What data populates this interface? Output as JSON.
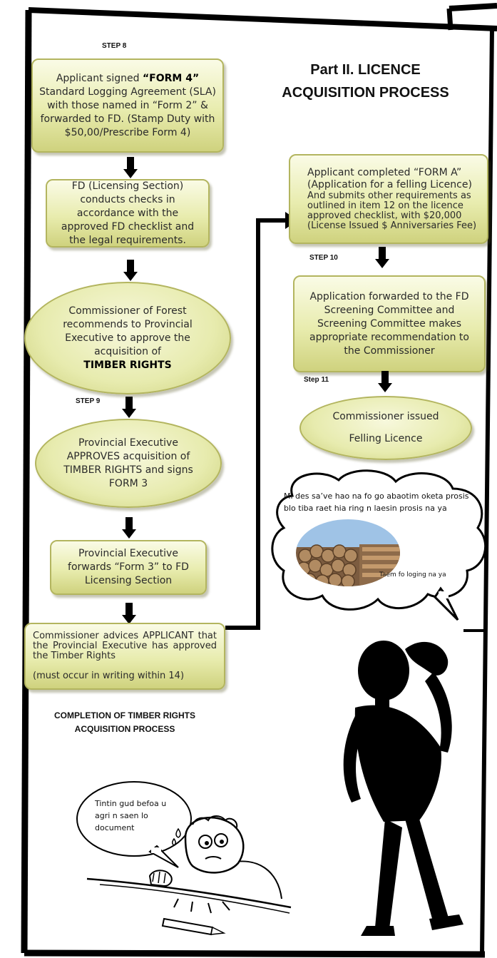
{
  "title": [
    "Part II. LICENCE",
    "ACQUISITION PROCESS"
  ],
  "steps": {
    "step8": "STEP 8",
    "step9": "STEP 9",
    "step10": "STEP 10",
    "step11": "Step 11"
  },
  "left": {
    "box1": {
      "pre": "Applicant signed ",
      "bold": "“FORM 4”",
      "rest": "Standard Logging Agreement (SLA) with those named in “Form 2” & forwarded to FD. (Stamp Duty with $50,00/Prescribe Form 4)"
    },
    "box2": "FD (Licensing Section) conducts checks in accordance with the approved FD checklist and the legal requirements.",
    "oval1": {
      "text": "Commissioner of Forest recommends to Provincial Executive to approve the acquisition of ",
      "bold": "TIMBER RIGHTS"
    },
    "oval2": "Provincial Executive APPROVES acquisition of TIMBER RIGHTS and signs FORM 3",
    "box3": "Provincial Executive forwards “Form 3” to FD Licensing Section",
    "box4": {
      "text": "Commissioner advices APPLICANT that the Provincial Executive has approved the Timber Rights",
      "note": "(must occur in writing within 14)"
    },
    "completion": [
      "COMPLETION OF TIMBER RIGHTS",
      "ACQUISITION PROCESS"
    ]
  },
  "right": {
    "box1": {
      "line1": "Applicant completed “FORM A”",
      "line2": "(Application for a felling Licence)",
      "line3": "And submits other requirements as outlined in item 12 on the licence approved checklist, with $20,000 (License Issued $ Anniversaries Fee)"
    },
    "box2": "Application forwarded to the FD Screening Committee and Screening Committee makes appropriate recommendation to the Commissioner",
    "oval": [
      "Commissioner issued",
      "Felling Licence"
    ]
  },
  "bubbles": {
    "cloud": "Mi des sa’ve hao na fo go abaotim oketa prosis blo tiba raet hia ring n laesin prosis na ya",
    "logs_caption": "Taem fo loging na ya",
    "speech": "Tintin gud befoa u agri n saen lo document"
  },
  "colors": {
    "box_fill": "#e8ecae",
    "box_border": "#b3b55f",
    "frame": "#000000"
  }
}
